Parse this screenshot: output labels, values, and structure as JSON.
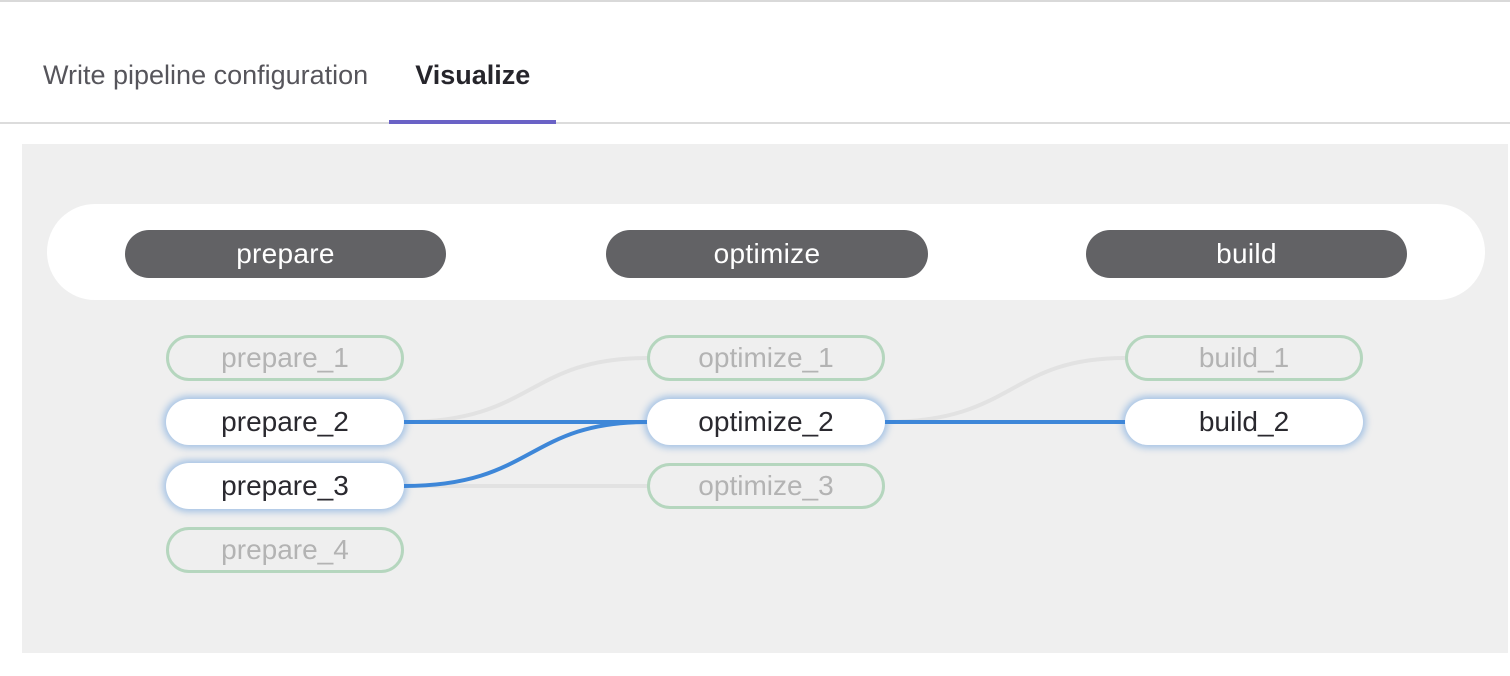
{
  "tabs": [
    {
      "label": "Write pipeline configuration",
      "active": false
    },
    {
      "label": "Visualize",
      "active": true
    }
  ],
  "pipeline": {
    "stages": [
      {
        "name": "prepare"
      },
      {
        "name": "optimize"
      },
      {
        "name": "build"
      }
    ],
    "jobs": {
      "prepare_1": {
        "label": "prepare_1",
        "state": "dimmed"
      },
      "prepare_2": {
        "label": "prepare_2",
        "state": "highlighted"
      },
      "prepare_3": {
        "label": "prepare_3",
        "state": "highlighted"
      },
      "prepare_4": {
        "label": "prepare_4",
        "state": "dimmed"
      },
      "optimize_1": {
        "label": "optimize_1",
        "state": "dimmed"
      },
      "optimize_2": {
        "label": "optimize_2",
        "state": "highlighted"
      },
      "optimize_3": {
        "label": "optimize_3",
        "state": "dimmed"
      },
      "build_1": {
        "label": "build_1",
        "state": "dimmed"
      },
      "build_2": {
        "label": "build_2",
        "state": "highlighted"
      }
    },
    "links": [
      {
        "source": "prepare_2",
        "target": "optimize_1",
        "state": "dimmed"
      },
      {
        "source": "prepare_2",
        "target": "optimize_2",
        "state": "highlighted"
      },
      {
        "source": "prepare_3",
        "target": "optimize_2",
        "state": "highlighted"
      },
      {
        "source": "prepare_3",
        "target": "optimize_3",
        "state": "dimmed"
      },
      {
        "source": "optimize_2",
        "target": "build_1",
        "state": "dimmed"
      },
      {
        "source": "optimize_2",
        "target": "build_2",
        "state": "highlighted"
      }
    ]
  },
  "colors": {
    "tab_underline": "#6a62c6",
    "link_highlighted": "#3e87d8",
    "link_dimmed": "#e2e2e2",
    "job_dimmed_border": "#b5d6be",
    "stage_pill_bg": "#626265",
    "panel_bg": "#efefef"
  }
}
